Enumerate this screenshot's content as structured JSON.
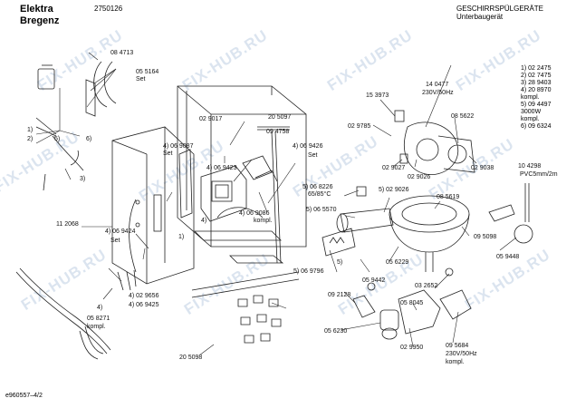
{
  "header": {
    "brand": "Elektra",
    "model": "Bregenz",
    "part_no": "2750126",
    "category": "GESCHIRRSPÜLGERÄTE",
    "subcategory": "Unterbaugerät"
  },
  "footer": {
    "doc_id": "e960557–4/2"
  },
  "watermark": "FIX-HUB.RU",
  "legend": [
    "1)  02 2475",
    "2)  02 7475",
    "3)  28 9403",
    "4)  20 8970",
    "     kompl.",
    "5)  09 4497",
    "     3000W",
    "     kompl.",
    "6)  09 6324"
  ],
  "labels": {
    "l084713": "08 4713",
    "l055164": "05 5164",
    "lset1": "Set",
    "l1a": "1)",
    "l2a": "2)",
    "l5a": "5)",
    "l6a": "6)",
    "l3a": "3)",
    "l029017": "02 9017",
    "l205097": "20 5097",
    "l094758": "09 4758",
    "l069087": "4) 06 9087",
    "lset2": "Set",
    "l069426": "4) 06 9426",
    "lset3": "Set",
    "l069423": "4) 06 9423",
    "l069086": "4) 06 9086",
    "lkompl1": "kompl.",
    "l4a": "4)",
    "l1b": "1)",
    "l112068": "11 2068",
    "l069424": "4) 06 9424",
    "lset4": "Set",
    "l029656": "4) 02 9656",
    "l069425": "4) 06 9425",
    "l4b": "4)",
    "l058271": "05 8271",
    "lkompl2": "kompl.",
    "l205098": "20 5098",
    "l153973": "15 3973",
    "l140477": "14 0477",
    "l230v1": "230V/50Hz",
    "l029785": "02 9785",
    "l085622": "08 5622",
    "l029027": "02 9027",
    "l029026a": "02 9026",
    "l029038": "02 9038",
    "l068226": "5) 06 8226",
    "l6585": "65/85°C",
    "l029026b": "5) 02 9026",
    "l065570": "5) 06 5570",
    "l085619": "08 5619",
    "l104298": "10 4298",
    "lpvc": "PVC5mm/2m",
    "l095098": "09 5098",
    "l5b": "5)",
    "l069796": "5) 06 9796",
    "l056229": "05 6229",
    "l059442": "05 9442",
    "l059448": "05 9448",
    "l032652": "03 2652",
    "l092128": "09 2128",
    "l058045": "05 8045",
    "l056230": "05 6230",
    "l029950": "02 9950",
    "l095684": "09 5684",
    "l230v2": "230V/50Hz",
    "lkompl3": "kompl."
  }
}
